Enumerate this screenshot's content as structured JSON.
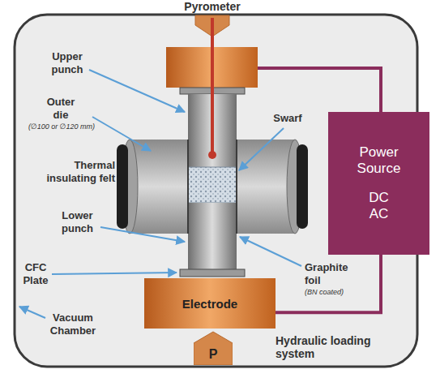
{
  "diagram": {
    "nodes": [
      {
        "text": [
          "Power Source",
          "DC AC"
        ]
      },
      {
        "text": [
          "Electrode"
        ]
      },
      {
        "text": [
          "P"
        ]
      }
    ],
    "edges": [
      {
        "from": 0,
        "to": 1,
        "arrow": "none"
      }
    ],
    "labels": [
      "Pyrometer",
      "Upper punch",
      "Outer die",
      "(∅100 or ∅120 mm)",
      "Thermal insulating felt",
      "Swarf",
      "Lower punch",
      "Graphite foil",
      "(BN coated)",
      "CFC Plate",
      "Vacuum Chamber",
      "Hydraulic loading system"
    ]
  }
}
